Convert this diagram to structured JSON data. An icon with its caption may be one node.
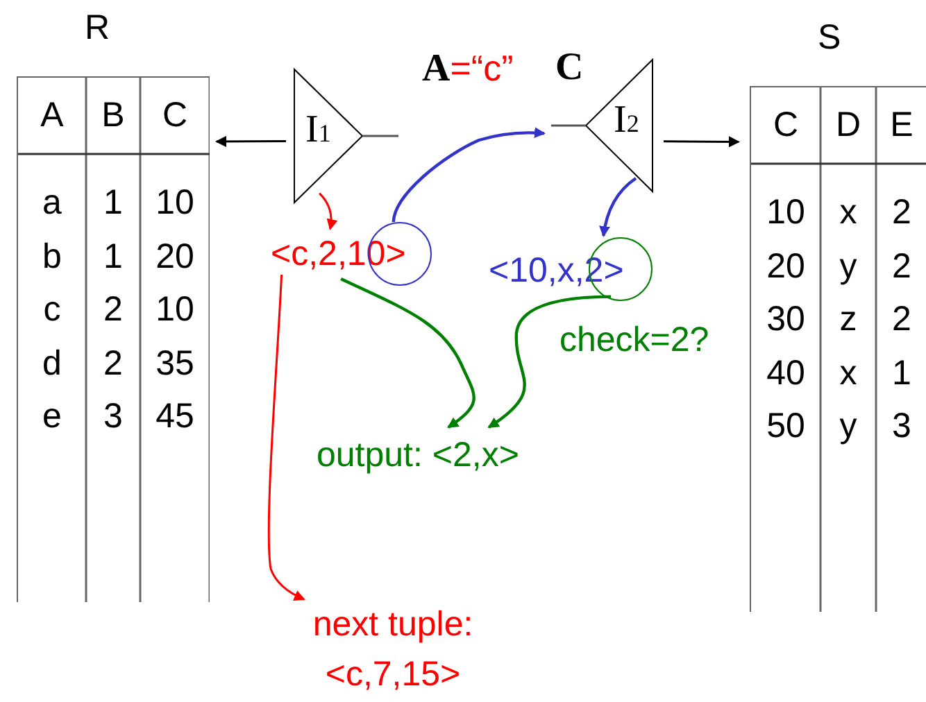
{
  "diagram": {
    "nodes": [
      {
        "text": [
          "R",
          "A",
          "B",
          "C",
          "a",
          "1",
          "10",
          "b",
          "1",
          "20",
          "c",
          "2",
          "10",
          "d",
          "2",
          "35",
          "e",
          "3",
          "45"
        ]
      },
      {
        "text": [
          "I$_{1}$"
        ],
        "beside": [
          "**A**=“c”"
        ]
      },
      {
        "text": [
          "I$_{2}$"
        ],
        "beside": [
          "**C**"
        ]
      },
      {
        "text": [
          "S",
          "C",
          "D",
          "E",
          "10",
          "x",
          "2",
          "20",
          "y",
          "2",
          "30",
          "z",
          "2",
          "40",
          "x",
          "1",
          "50",
          "y",
          "3"
        ]
      },
      {
        "text": [
          "<c,2,10>"
        ]
      },
      {
        "text": [],
        "shape": "circle"
      },
      {
        "text": [
          "<10,x,2>"
        ]
      },
      {
        "text": [],
        "shape": "circle"
      },
      {
        "text": [
          "check=2?"
        ]
      },
      {
        "text": [
          "output: <2,x>"
        ]
      },
      {
        "text": [
          "next tuple: <c,7,15>"
        ]
      }
    ],
    "edges": [
      {
        "from": 1,
        "to": 0,
        "arrow": "to"
      },
      {
        "from": 2,
        "to": 3,
        "arrow": "to"
      },
      {
        "from": 1,
        "to": 4,
        "arrow": "to",
        "color": "#ff0000"
      },
      {
        "from": 5,
        "to": 2,
        "arrow": "to",
        "color": "#3333cc"
      },
      {
        "from": 2,
        "to": 6,
        "arrow": "to",
        "color": "#3333cc"
      },
      {
        "from": 4,
        "to": 9,
        "arrow": "to",
        "color": "#008000"
      },
      {
        "from": 7,
        "to": 9,
        "arrow": "to",
        "color": "#008000"
      },
      {
        "from": 4,
        "to": 10,
        "arrow": "to",
        "color": "#ff0000"
      }
    ]
  }
}
